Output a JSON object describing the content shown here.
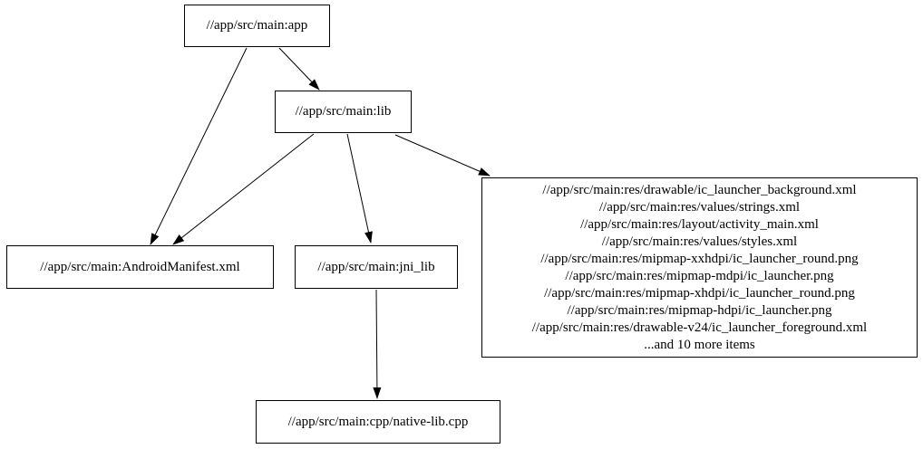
{
  "diagram": {
    "type": "dependency-graph",
    "background_color": "#ffffff",
    "node_fill_color": "#ffffff",
    "node_border_color": "#000000",
    "text_color": "#000000",
    "edge_color": "#000000"
  },
  "nodes": {
    "app": {
      "label": "//app/src/main:app"
    },
    "lib": {
      "label": "//app/src/main:lib"
    },
    "android_manifest": {
      "label": "//app/src/main:AndroidManifest.xml"
    },
    "jni_lib": {
      "label": "//app/src/main:jni_lib"
    },
    "resources": {
      "lines": [
        "//app/src/main:res/drawable/ic_launcher_background.xml",
        "//app/src/main:res/values/strings.xml",
        "//app/src/main:res/layout/activity_main.xml",
        "//app/src/main:res/values/styles.xml",
        "//app/src/main:res/mipmap-xxhdpi/ic_launcher_round.png",
        "//app/src/main:res/mipmap-mdpi/ic_launcher.png",
        "//app/src/main:res/mipmap-xhdpi/ic_launcher_round.png",
        "//app/src/main:res/mipmap-hdpi/ic_launcher.png",
        "//app/src/main:res/drawable-v24/ic_launcher_foreground.xml",
        "...and 10 more items"
      ]
    },
    "native_lib": {
      "label": "//app/src/main:cpp/native-lib.cpp"
    }
  },
  "edges": [
    {
      "from": "app",
      "to": "lib"
    },
    {
      "from": "app",
      "to": "android_manifest"
    },
    {
      "from": "lib",
      "to": "android_manifest"
    },
    {
      "from": "lib",
      "to": "jni_lib"
    },
    {
      "from": "lib",
      "to": "resources"
    },
    {
      "from": "jni_lib",
      "to": "native_lib"
    }
  ]
}
